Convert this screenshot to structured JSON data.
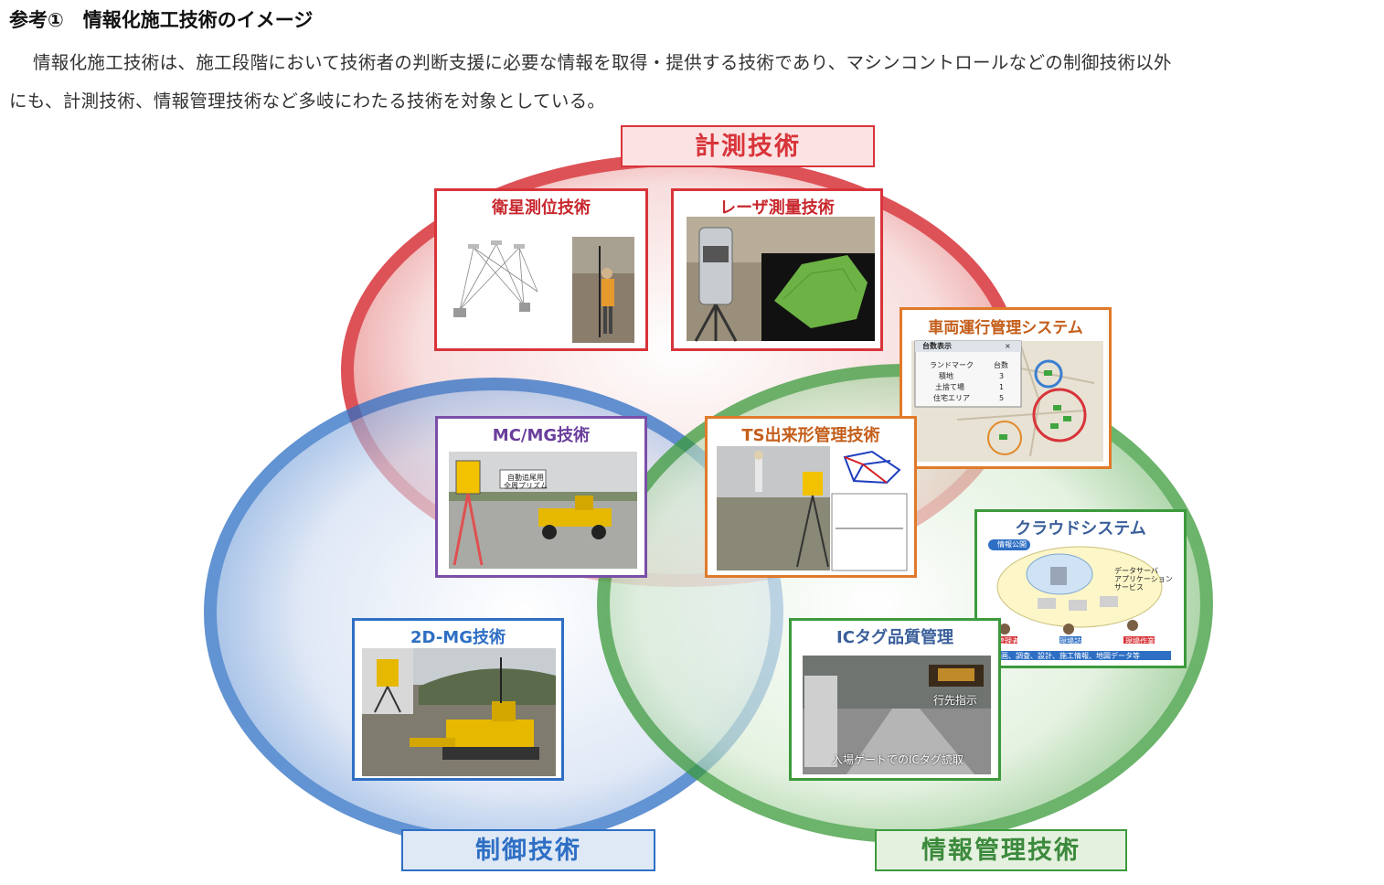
{
  "heading": "参考①　情報化施工技術のイメージ",
  "intro_line1": "情報化施工技術は、施工段階において技術者の判断支援に必要な情報を取得・提供する技術であり、マシンコントロールなどの制御技術以外",
  "intro_line2": "にも、計測技術、情報管理技術など多岐にわたる技術を対象としている。",
  "categories": {
    "measurement": "計測技術",
    "control": "制御技術",
    "info_management": "情報管理技術"
  },
  "colors": {
    "measurement": "#d8343a",
    "control": "#2e6fc4",
    "info_management": "#3c9a3c",
    "mcmg": "#7b4fa8",
    "ts": "#e07a2a"
  },
  "cards": {
    "satellite": {
      "title": "衛星測位技術"
    },
    "laser": {
      "title": "レーザ測量技術"
    },
    "vehicle": {
      "title": "車両運行管理システム",
      "table_title": "台数表示",
      "table_close": "×",
      "table_headers": [
        "ランドマーク",
        "台数"
      ],
      "table_rows": [
        [
          "積地",
          "3"
        ],
        [
          "土捨て場",
          "1"
        ],
        [
          "住宅エリア",
          "5"
        ]
      ]
    },
    "mcmg": {
      "title": "MC/MG技術",
      "prism_label": "自動追尾用\n全周プリズム"
    },
    "ts": {
      "title": "TS出来形管理技術"
    },
    "cloud": {
      "title": "クラウドシステム",
      "badge": "情報公開",
      "server_label": "データサーバ\nアプリケーション\nサービス",
      "roles": [
        "管理者",
        "現場詰所",
        "現場作業員"
      ],
      "footer": "計画、調査、設計、施工情報、地図データ等"
    },
    "mg2d": {
      "title": "2D-MG技術"
    },
    "ictag": {
      "title": "ICタグ品質管理",
      "sign_text": "行先指示",
      "gate_caption": "入場ゲートでのICタグ読取"
    }
  }
}
